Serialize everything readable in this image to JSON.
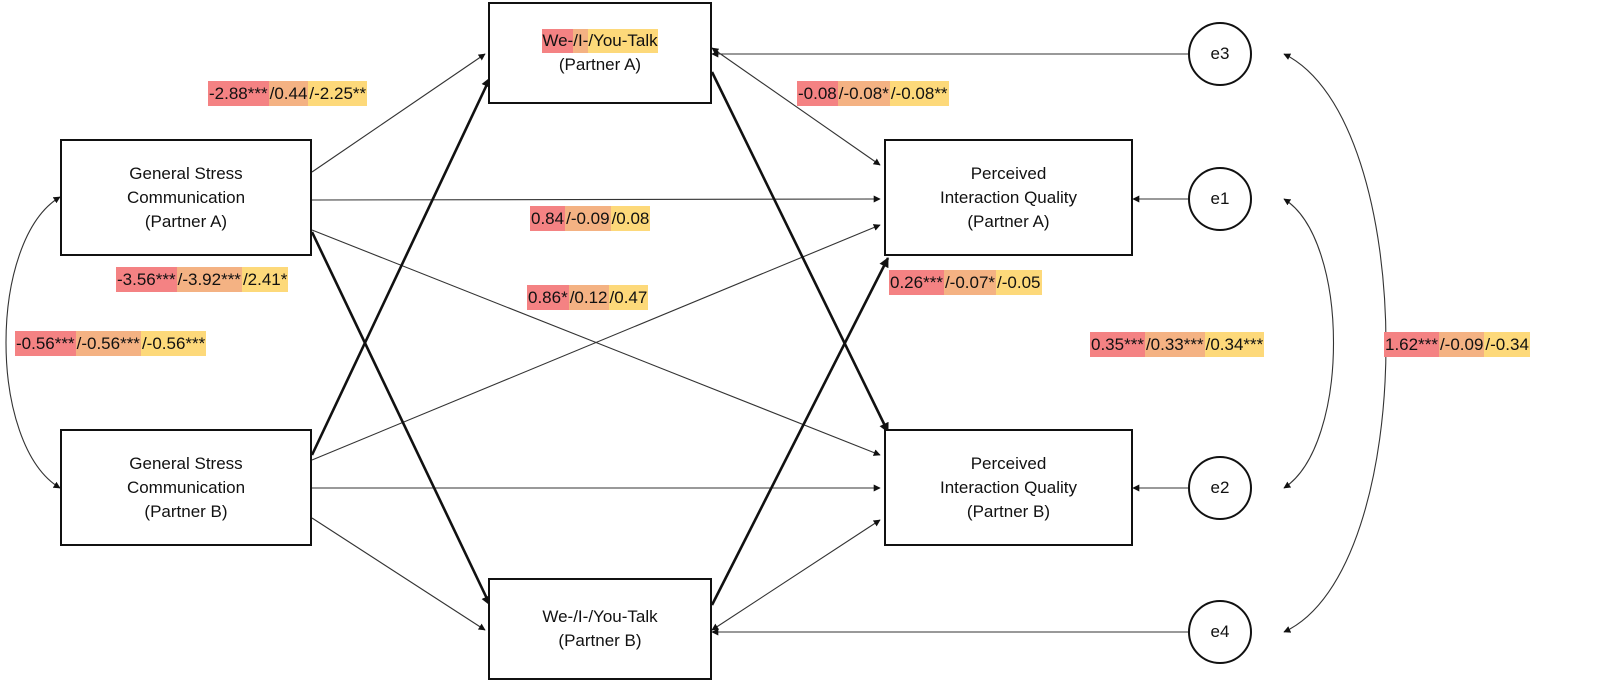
{
  "colors": {
    "segment_1": "#f48283",
    "segment_2": "#f4b283",
    "segment_3": "#fdd97a",
    "line": "#111111"
  },
  "nodes": {
    "stress_a": [
      "General Stress",
      "Communication",
      "(Partner A)"
    ],
    "stress_b": [
      "General Stress",
      "Communication",
      "(Partner B)"
    ],
    "talk_a": {
      "we": "We-",
      "i": "/I-",
      "you": "/You-Talk",
      "partner": "(Partner A)"
    },
    "talk_b": [
      "We-/I-/You-Talk",
      "(Partner B)"
    ],
    "quality_a": [
      "Perceived",
      "Interaction Quality",
      "(Partner A)"
    ],
    "quality_b": [
      "Perceived",
      "Interaction Quality",
      "(Partner B)"
    ],
    "e1": "e1",
    "e2": "e2",
    "e3": "e3",
    "e4": "e4"
  },
  "labels": {
    "stress_to_talk_actor": [
      "-2.88***",
      "/0.44",
      "/-2.25**"
    ],
    "stress_to_talk_partner": [
      "-3.56***",
      "/-3.92***",
      "/2.41*"
    ],
    "stress_covariance": [
      "-0.56***",
      "/-0.56***",
      "/-0.56***"
    ],
    "stress_to_quality_actor": [
      "0.84",
      "/-0.09",
      "/0.08"
    ],
    "stress_to_quality_partner": [
      "0.86*",
      "/0.12",
      "/0.47"
    ],
    "talk_to_quality_actor": [
      "-0.08",
      "/-0.08*",
      "/-0.08**"
    ],
    "talk_to_quality_partner": [
      "0.26***",
      "/-0.07*",
      "/-0.05"
    ],
    "quality_residual_covariance": [
      "0.35***",
      "/0.33***",
      "/0.34***"
    ],
    "talk_residual_covariance": [
      "1.62***",
      "/-0.09",
      "/-0.34"
    ]
  }
}
